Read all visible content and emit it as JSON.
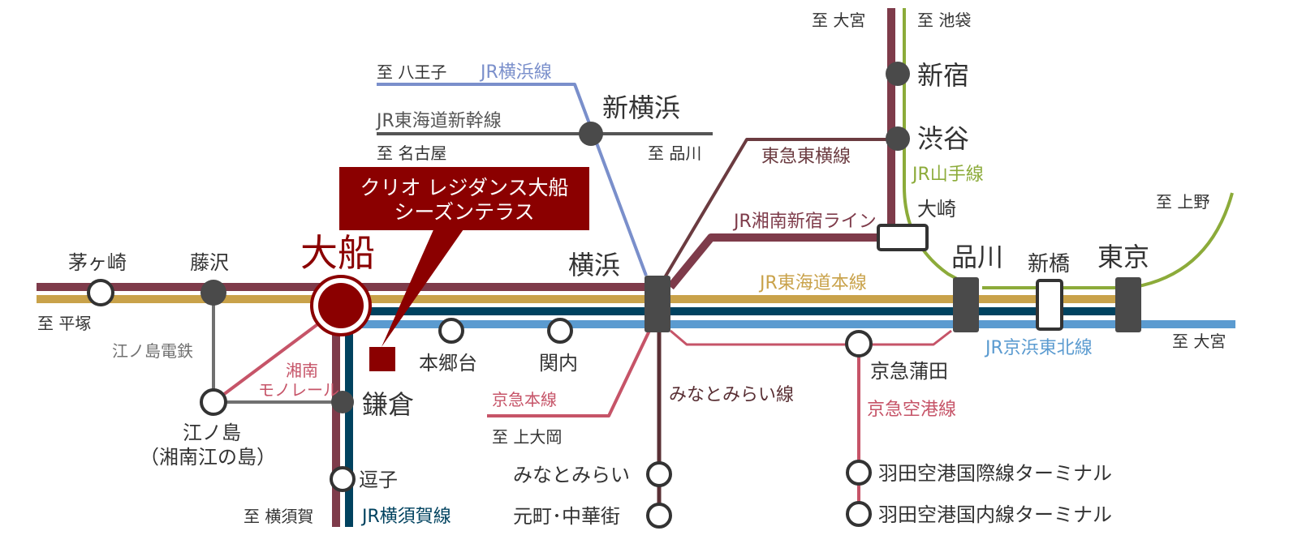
{
  "colors": {
    "jr_tokaido": "#c9a24a",
    "jr_yokosuka": "#00425f",
    "jr_keihin_tohoku": "#5b9bd0",
    "jr_shonan_shinjuku": "#7e3b4a",
    "jr_yokohama": "#7a8fcb",
    "shinkansen": "#555555",
    "tokyu_toyoko": "#6b3b40",
    "minatomirai": "#5a3035",
    "keikyu": "#c65468",
    "yamanote": "#8cab3a",
    "saikyo": "#7e3b4a",
    "enoden": "#707070",
    "monorail": "#c65468",
    "callout": "#8b0000",
    "station_gray": "#4a4a4a"
  },
  "callout": {
    "line1": "クリオ レジダンス大船",
    "line2": "シーズンテラス"
  },
  "stations": {
    "ofuna": "大船",
    "chigasaki": "茅ヶ崎",
    "fujisawa": "藤沢",
    "enoshima_1": "江ノ島",
    "enoshima_2": "（湘南江の島）",
    "kamakura": "鎌倉",
    "zushi": "逗子",
    "hongodai": "本郷台",
    "kannai": "関内",
    "yokohama": "横浜",
    "shin_yokohama": "新横浜",
    "shinjuku": "新宿",
    "shibuya": "渋谷",
    "osaki": "大崎",
    "shinagawa": "品川",
    "shimbashi": "新橋",
    "tokyo": "東京",
    "keikyu_kamata": "京急蒲田",
    "minatomirai": "みなとみらい",
    "motomachi": "元町･中華街",
    "haneda_intl": "羽田空港国際線ターミナル",
    "haneda_dom": "羽田空港国内線ターミナル"
  },
  "lines": {
    "jr_yokohama": "JR横浜線",
    "shinkansen": "JR東海道新幹線",
    "tokyu_toyoko": "東急東横線",
    "shonan_shinjuku": "JR湘南新宿ライン",
    "tokaido": "JR東海道本線",
    "keihin_tohoku": "JR京浜東北線",
    "yokosuka": "JR横須賀線",
    "yamanote": "JR山手線",
    "keikyu_main": "京急本線",
    "keikyu_airport": "京急空港線",
    "minatomirai": "みなとみらい線",
    "enoden": "江ノ島電鉄",
    "monorail_1": "湘南",
    "monorail_2": "モノレール"
  },
  "directions": {
    "hachioji": "至 八王子",
    "nagoya": "至 名古屋",
    "shinagawa_shinkansen": "至 品川",
    "omiya_top": "至 大宮",
    "ikebukuro": "至 池袋",
    "ueno": "至 上野",
    "omiya_right": "至 大宮",
    "hiratsuka": "至 平塚",
    "kamiooka": "至 上大岡",
    "yokosuka": "至 横須賀"
  }
}
